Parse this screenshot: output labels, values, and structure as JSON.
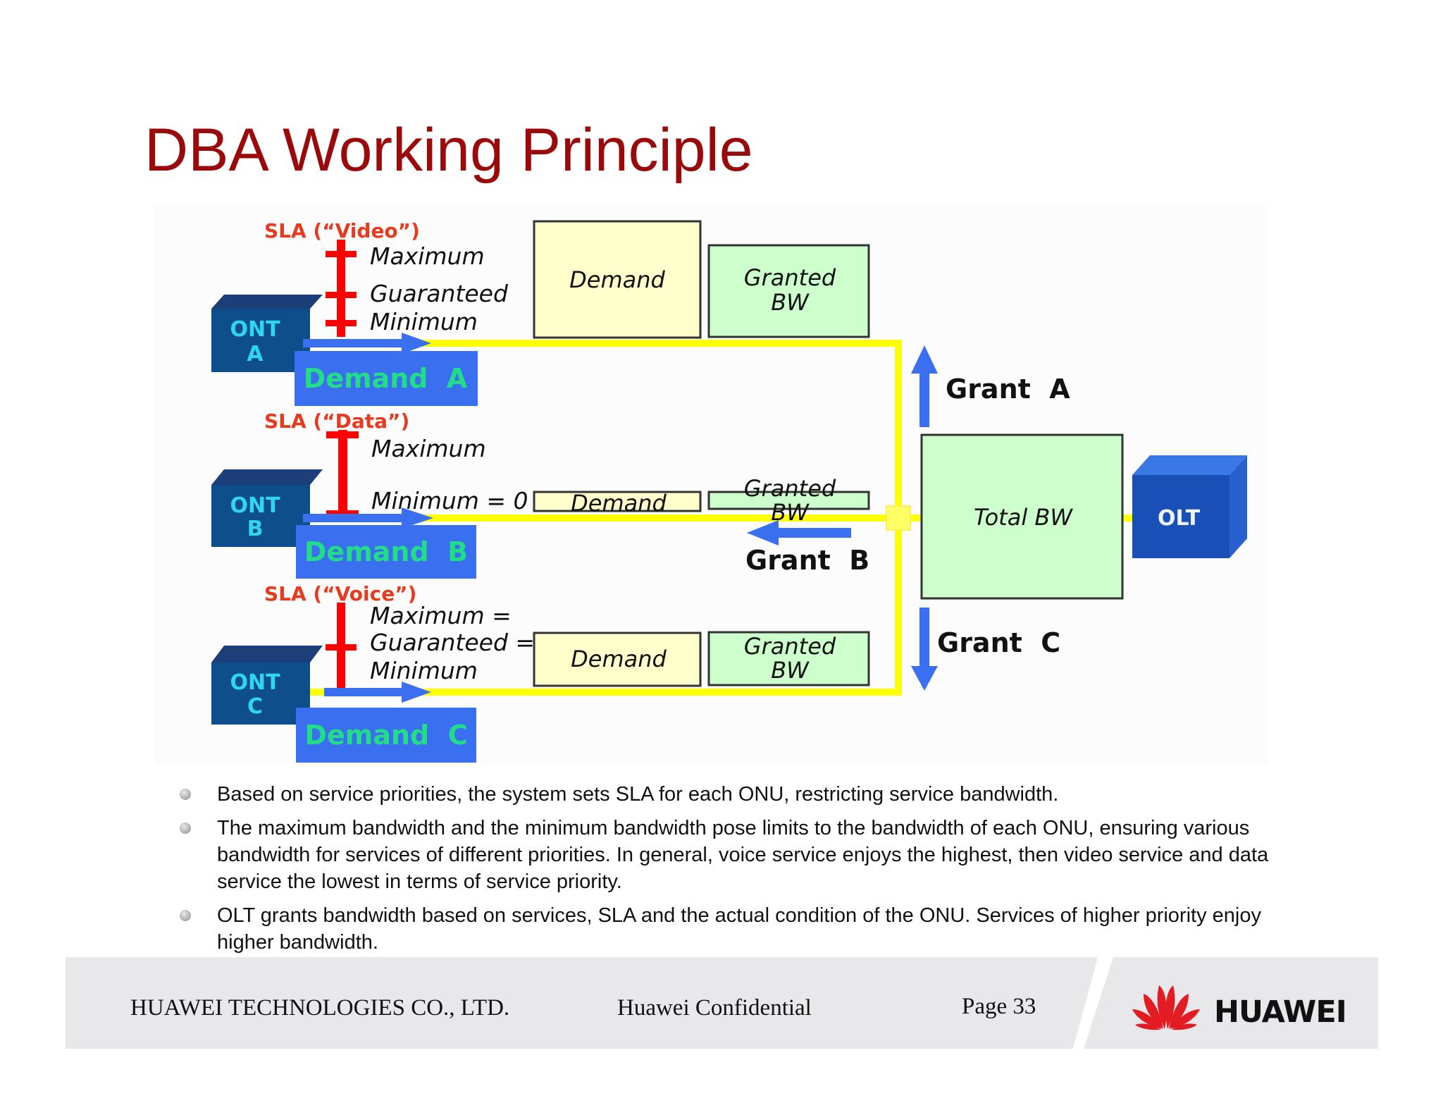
{
  "title": "DBA Working Principle",
  "diagram": {
    "sla_video": "SLA (“Video”)",
    "sla_data": "SLA (“Data”)",
    "sla_voice": "SLA (“Voice”)",
    "video_levels": [
      "Maximum",
      "Guaranteed",
      "Minimum"
    ],
    "data_levels": [
      "Maximum",
      "Minimum = 0"
    ],
    "voice_levels": [
      "Maximum =",
      "Guaranteed =",
      "Minimum"
    ],
    "onts": [
      {
        "line1": "ONT",
        "line2": "A",
        "demand": "Demand  A"
      },
      {
        "line1": "ONT",
        "line2": "B",
        "demand": "Demand  B"
      },
      {
        "line1": "ONT",
        "line2": "C",
        "demand": "Demand  C"
      }
    ],
    "demand_label": "Demand",
    "granted_line1": "Granted",
    "granted_line2": "BW",
    "grant_a": "Grant  A",
    "grant_b": "Grant  B",
    "grant_c": "Grant  C",
    "total_bw": "Total BW",
    "olt": "OLT",
    "colors": {
      "sla_text": "#e83a1e",
      "sla_bar": "#ff0000",
      "yellow_line": "#ffff00",
      "ont_box": "#0e4e8a",
      "ont_text": "#2fd6f0",
      "demand_box": "#3a6ff0",
      "demand_text": "#22dd88",
      "demand_fill": "#ffffcc",
      "granted_fill": "#ccffcc",
      "arrow_blue": "#3a6ff0",
      "olt_box": "#1b4fb8"
    }
  },
  "bullets": [
    "Based on service priorities, the system sets SLA for each ONU, restricting service bandwidth.",
    "The maximum bandwidth and the minimum bandwidth pose limits to the bandwidth of each ONU,  ensuring various bandwidth for services of different priorities. In general, voice service enjoys the highest, then video service and data service the lowest in terms of service priority.",
    "OLT grants bandwidth based on services, SLA and the actual condition of the ONU. Services of higher priority enjoy higher bandwidth."
  ],
  "footer": {
    "company": "HUAWEI TECHNOLOGIES CO., LTD.",
    "confidential": "Huawei Confidential",
    "page": "Page 33",
    "logo_text": "HUAWEI"
  }
}
